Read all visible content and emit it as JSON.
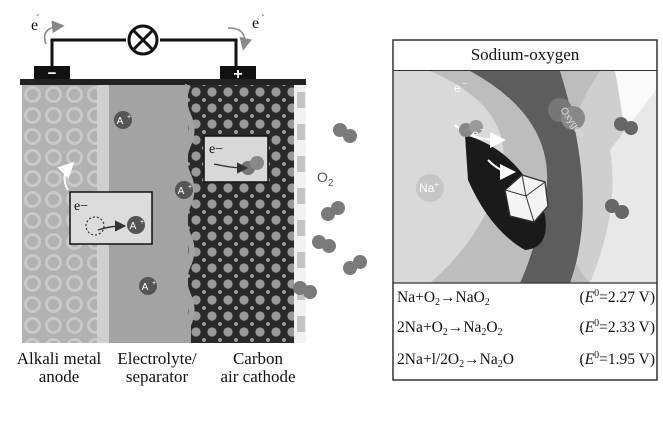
{
  "left_diagram": {
    "electron_left": "e",
    "electron_right": "e",
    "terminal_negative": "−",
    "terminal_positive": "+",
    "ion_a": "A",
    "ion_charge": "+",
    "electron_inset": "e−",
    "o2_label": "O",
    "o2_sub": "2",
    "labels": {
      "anode_line1": "Alkali metal",
      "anode_line2": "anode",
      "electrolyte_line1": "Electrolyte/",
      "electrolyte_line2": "separator",
      "cathode_line1": "Carbon",
      "cathode_line2": "air cathode"
    }
  },
  "right_panel": {
    "title": "Sodium-oxygen",
    "inner_electron": "e",
    "inner_electron2": "e",
    "na_ion": "Na",
    "oxygen_label": "Oxygen",
    "reactions": [
      {
        "left": "Na+O<sub>2</sub>→NaO<sub>2</sub>",
        "right": "(<i>E</i><sup>0</sup>=2.27 V)"
      },
      {
        "left": "2Na+O<sub>2</sub>→Na<sub>2</sub>O<sub>2</sub>",
        "right": "(<i>E</i><sup>0</sup>=2.33 V)"
      },
      {
        "left": "2Na+l/2O<sub>2</sub>→Na<sub>2</sub>O",
        "right": "(<i>E</i><sup>0</sup>=1.95 V)"
      }
    ]
  }
}
